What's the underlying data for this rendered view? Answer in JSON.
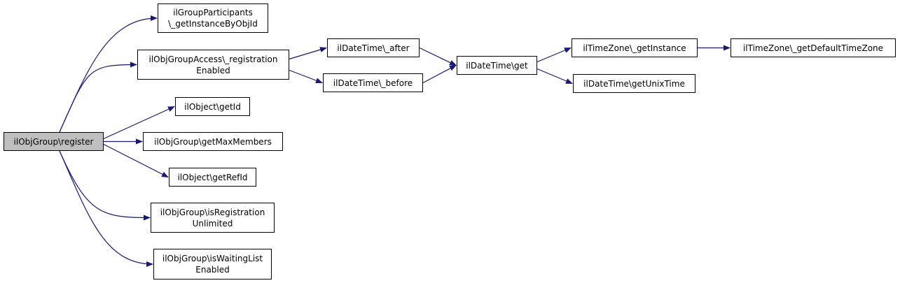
{
  "colors": {
    "edge": "#191970",
    "node_border": "#000000",
    "node_fill": "#ffffff",
    "root_fill": "#bfbfbf"
  },
  "nodes": {
    "register": {
      "lines": [
        "ilObjGroup\\register"
      ]
    },
    "getInstanceByObjId": {
      "lines": [
        "ilGroupParticipants",
        "\\_getInstanceByObjId"
      ]
    },
    "registrationEnabled": {
      "lines": [
        "ilObjGroupAccess\\_registration",
        "Enabled"
      ]
    },
    "getId": {
      "lines": [
        "ilObject\\getId"
      ]
    },
    "getMaxMembers": {
      "lines": [
        "ilObjGroup\\getMaxMembers"
      ]
    },
    "getRefId": {
      "lines": [
        "ilObject\\getRefId"
      ]
    },
    "isRegistrationUnlimited": {
      "lines": [
        "ilObjGroup\\isRegistration",
        "Unlimited"
      ]
    },
    "isWaitingListEnabled": {
      "lines": [
        "ilObjGroup\\isWaitingList",
        "Enabled"
      ]
    },
    "after": {
      "lines": [
        "ilDateTime\\_after"
      ]
    },
    "before": {
      "lines": [
        "ilDateTime\\_before"
      ]
    },
    "get": {
      "lines": [
        "ilDateTime\\get"
      ]
    },
    "getInstance": {
      "lines": [
        "ilTimeZone\\_getInstance"
      ]
    },
    "getUnixTime": {
      "lines": [
        "ilDateTime\\getUnixTime"
      ]
    },
    "getDefaultTimeZone": {
      "lines": [
        "ilTimeZone\\_getDefaultTimeZone"
      ]
    }
  },
  "edges": [
    [
      "register",
      "getInstanceByObjId"
    ],
    [
      "register",
      "registrationEnabled"
    ],
    [
      "register",
      "getId"
    ],
    [
      "register",
      "getMaxMembers"
    ],
    [
      "register",
      "getRefId"
    ],
    [
      "register",
      "isRegistrationUnlimited"
    ],
    [
      "register",
      "isWaitingListEnabled"
    ],
    [
      "registrationEnabled",
      "after"
    ],
    [
      "registrationEnabled",
      "before"
    ],
    [
      "after",
      "get"
    ],
    [
      "before",
      "get"
    ],
    [
      "get",
      "getInstance"
    ],
    [
      "get",
      "getUnixTime"
    ],
    [
      "getInstance",
      "getDefaultTimeZone"
    ]
  ]
}
